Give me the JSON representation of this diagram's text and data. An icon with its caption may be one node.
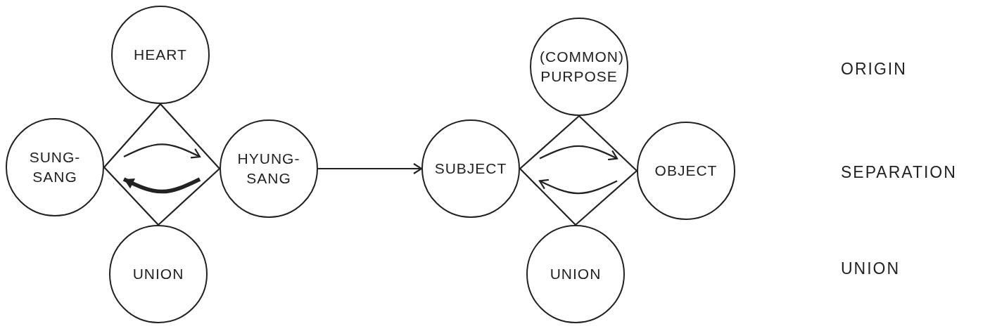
{
  "diagram": {
    "nodes": [
      {
        "text": [
          "HEART"
        ]
      },
      {
        "text": [
          "SUNG-SANG"
        ]
      },
      {
        "text": [
          "HYUNG-SANG"
        ]
      },
      {
        "text": [
          "UNION"
        ]
      },
      {
        "text": [
          "(COMMON) PURPOSE"
        ]
      },
      {
        "text": [
          "SUBJECT"
        ]
      },
      {
        "text": [
          "OBJECT"
        ]
      },
      {
        "text": [
          "UNION"
        ]
      }
    ],
    "edges": [
      {
        "from": 0,
        "to": 1,
        "arrow": "none"
      },
      {
        "from": 0,
        "to": 2,
        "arrow": "none"
      },
      {
        "from": 1,
        "to": 3,
        "arrow": "none"
      },
      {
        "from": 2,
        "to": 3,
        "arrow": "none"
      },
      {
        "from": 1,
        "to": 2,
        "arrow": "to"
      },
      {
        "from": 2,
        "to": 1,
        "arrow": "to",
        "style": "thick"
      },
      {
        "from": 2,
        "to": 5,
        "arrow": "to"
      },
      {
        "from": 4,
        "to": 5,
        "arrow": "none"
      },
      {
        "from": 4,
        "to": 6,
        "arrow": "none"
      },
      {
        "from": 5,
        "to": 7,
        "arrow": "none"
      },
      {
        "from": 6,
        "to": 7,
        "arrow": "none"
      },
      {
        "from": 5,
        "to": 6,
        "arrow": "to"
      },
      {
        "from": 6,
        "to": 5,
        "arrow": "to"
      }
    ],
    "labels": [
      "ORIGIN",
      "SEPARATION",
      "UNION"
    ]
  }
}
